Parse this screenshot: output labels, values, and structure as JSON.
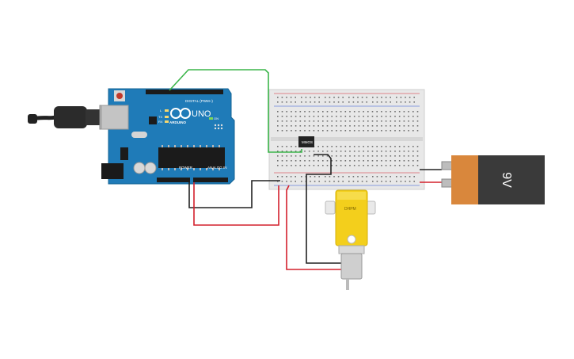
{
  "arduino": {
    "brand": "ARDUINO",
    "model": "UNO",
    "digital_label": "DIGITAL (PWM~)",
    "power_label": "POWER",
    "analog_label": "ANALOG IN",
    "led_l": "L",
    "led_tx": "TX",
    "led_rx": "RX",
    "led_on": "ON"
  },
  "breadboard": {
    "component_label": "MMOS"
  },
  "motor": {
    "label": "DHPM"
  },
  "battery": {
    "label": "9V"
  },
  "colors": {
    "board_blue": "#1f7bb8",
    "wire_green": "#3bb54a",
    "wire_red": "#d4202c",
    "wire_black": "#222222",
    "motor_yellow": "#f3cf1c",
    "battery_orange": "#d9873c",
    "battery_dark": "#3a3a3a"
  }
}
